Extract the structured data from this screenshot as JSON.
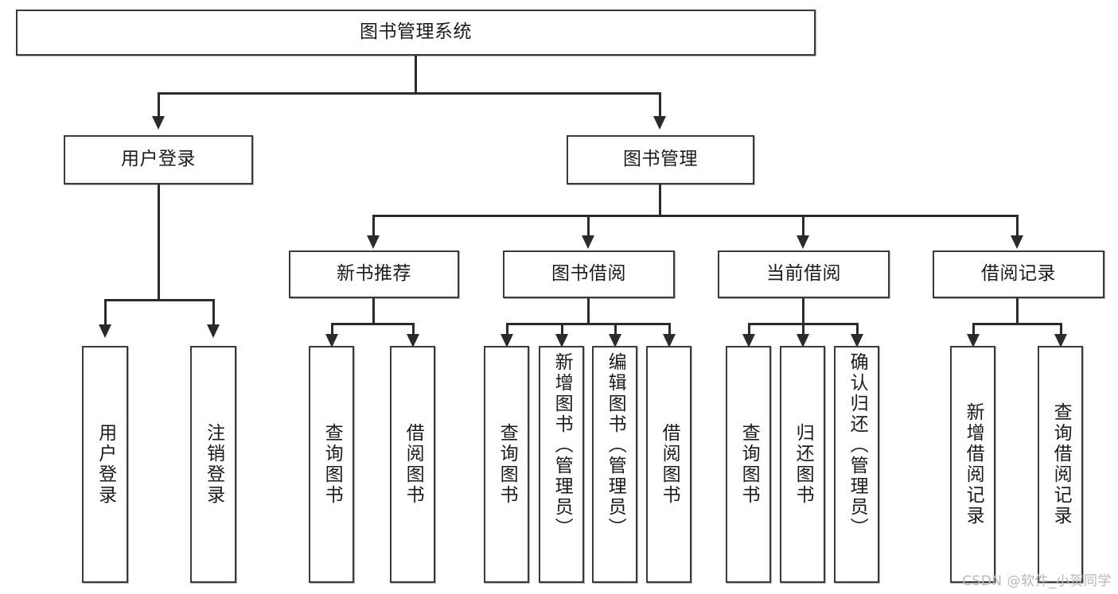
{
  "diagram": {
    "title_text": "图书管理系统",
    "root": {
      "id": "root",
      "label": "图书管理系统"
    },
    "level2": [
      {
        "id": "user-login",
        "label": "用户登录"
      },
      {
        "id": "book-management",
        "label": "图书管理"
      }
    ],
    "level3": [
      {
        "id": "new-book-recommend",
        "label": "新书推荐"
      },
      {
        "id": "book-borrow",
        "label": "图书借阅"
      },
      {
        "id": "current-borrow",
        "label": "当前借阅"
      },
      {
        "id": "borrow-record",
        "label": "借阅记录"
      }
    ],
    "leaves": {
      "user_login": [
        {
          "id": "leaf-user-login",
          "label": "用户登录"
        },
        {
          "id": "leaf-logout-login",
          "label": "注销登录"
        }
      ],
      "new_book_recommend": [
        {
          "id": "leaf-query-book-1",
          "label": "查询图书"
        },
        {
          "id": "leaf-borrow-book-1",
          "label": "借阅图书"
        }
      ],
      "book_borrow": [
        {
          "id": "leaf-query-book-2",
          "label": "查询图书"
        },
        {
          "id": "leaf-add-book",
          "label": "新增图书（管理员）"
        },
        {
          "id": "leaf-edit-book",
          "label": "编辑图书（管理员）"
        },
        {
          "id": "leaf-borrow-book-2",
          "label": "借阅图书"
        }
      ],
      "current_borrow": [
        {
          "id": "leaf-query-book-3",
          "label": "查询图书"
        },
        {
          "id": "leaf-return-book",
          "label": "归还图书"
        },
        {
          "id": "leaf-confirm-return",
          "label": "确认归还（管理员）"
        }
      ],
      "borrow_record": [
        {
          "id": "leaf-add-borrow-record",
          "label": "新增借阅记录"
        },
        {
          "id": "leaf-query-borrow-record",
          "label": "查询借阅记录"
        }
      ]
    },
    "watermark": "CSDN @软件_小贺同学",
    "colors": {
      "box_border": "#3a3a3a",
      "line": "#2b2b2b",
      "background": "#ffffff",
      "text": "#1b1b1b",
      "watermark": "#b9b9b9"
    }
  }
}
